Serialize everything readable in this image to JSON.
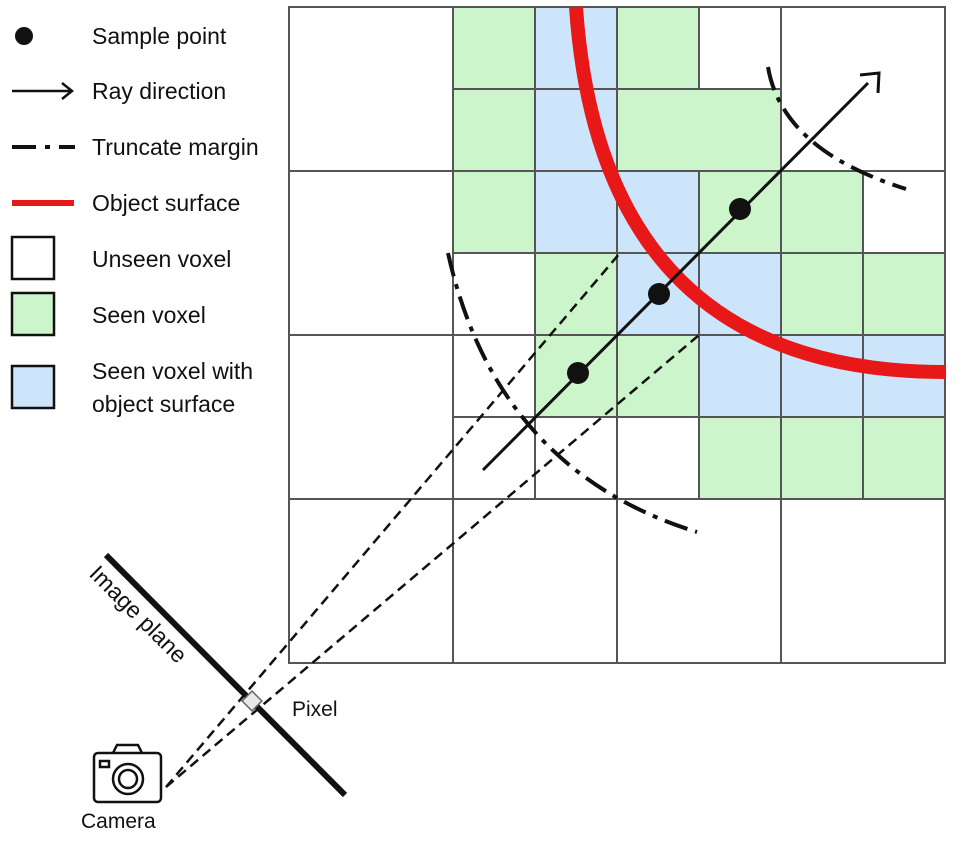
{
  "legend": {
    "sample_point": "Sample point",
    "ray_direction": "Ray direction",
    "truncate_margin": "Truncate margin",
    "object_surface": "Object surface",
    "unseen_voxel": "Unseen voxel",
    "seen_voxel": "Seen voxel",
    "seen_voxel_surface_line1": "Seen voxel with",
    "seen_voxel_surface_line2": "object surface"
  },
  "labels": {
    "image_plane": "Image plane",
    "pixel": "Pixel",
    "camera": "Camera"
  },
  "colors": {
    "seen_voxel": "#ccf5cc",
    "surface_voxel": "#cce5fa",
    "object_surface": "#e81818",
    "grid_line": "#555555"
  }
}
